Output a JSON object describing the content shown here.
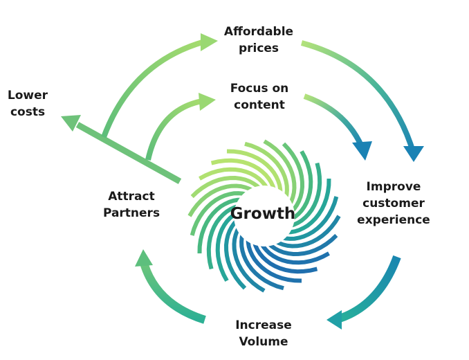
{
  "center_label": "Growth",
  "nodes": {
    "affordable_prices": [
      "Affordable",
      "prices"
    ],
    "focus_on_content": [
      "Focus on",
      "content"
    ],
    "lower_costs": [
      "Lower",
      "costs"
    ],
    "improve_customer_experience": [
      "Improve",
      "customer",
      "experience"
    ],
    "attract_partners": [
      "Attract",
      "Partners"
    ],
    "increase_volume": [
      "Increase",
      "Volume"
    ]
  },
  "colors": {
    "light_green": "#a6dc6e",
    "green": "#5cc27a",
    "teal": "#20a4a4",
    "blue": "#1d7fb0"
  }
}
